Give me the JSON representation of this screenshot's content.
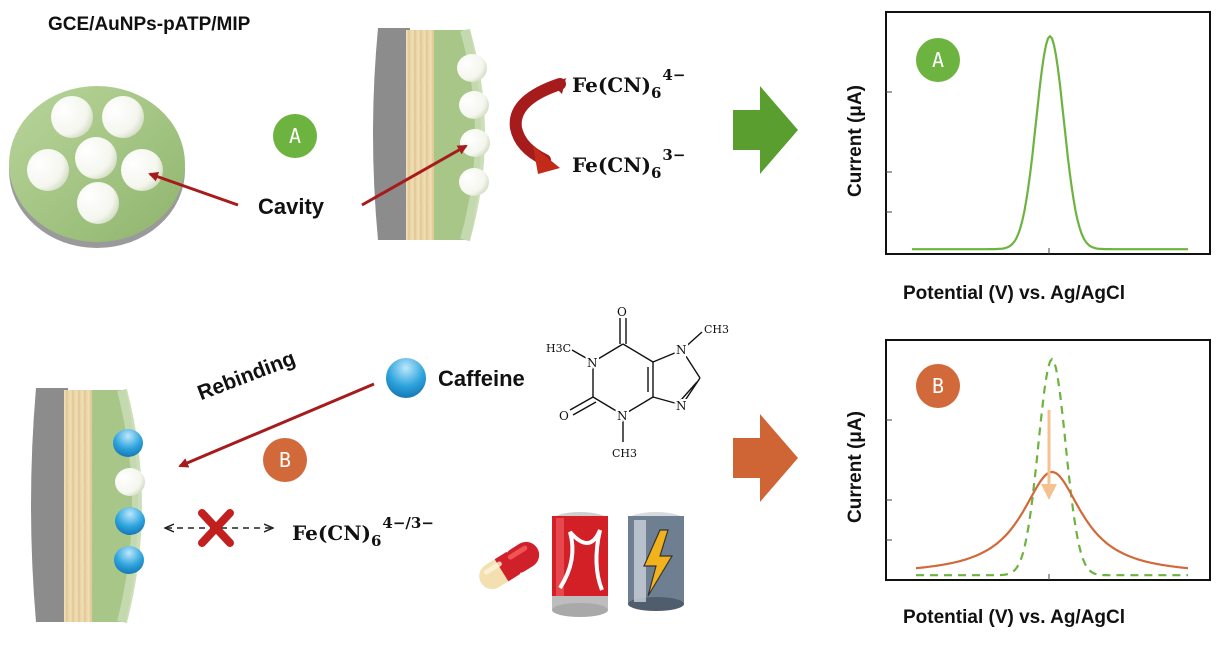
{
  "top": {
    "electrode_title": "GCE/AuNPs-pATP/MIP",
    "cavity_label": "Cavity",
    "badge": "A",
    "ferro_label": "Fe(CN)",
    "ferro_sub": "6",
    "ferro_charge": "4−",
    "ferri_label": "Fe(CN)",
    "ferri_sub": "6",
    "ferri_charge": "3−"
  },
  "bottom": {
    "rebinding_label": "Rebinding",
    "caffeine_label": "Caffeine",
    "badge": "B",
    "probe_label": "Fe(CN)",
    "probe_sub": "6",
    "probe_charge": "4−/3−"
  },
  "molecule": {
    "atoms": [
      "O",
      "O",
      "N",
      "N",
      "N",
      "N",
      "CH3",
      "H3C",
      "CH3"
    ]
  },
  "chart_data": [
    {
      "type": "line",
      "badge": "A",
      "xlabel": "Potential (V) vs. Ag/AgCl",
      "ylabel": "Current (μA)",
      "series": [
        {
          "style": "solid",
          "color": "#6cb33f",
          "peak_position": 0.5,
          "peak_height": 0.9,
          "width": 0.1,
          "baseline": 0.02
        }
      ]
    },
    {
      "type": "line",
      "badge": "B",
      "xlabel": "Potential (V) vs. Ag/AgCl",
      "ylabel": "Current (μA)",
      "series": [
        {
          "style": "dashed",
          "color": "#6cb33f",
          "peak_position": 0.5,
          "peak_height": 0.92,
          "width": 0.1,
          "baseline": 0.02
        },
        {
          "style": "solid",
          "color": "#d2693a",
          "peak_position": 0.5,
          "peak_height": 0.45,
          "width": 0.2,
          "baseline": 0.02
        }
      ]
    }
  ],
  "colors": {
    "green": "#6cb33f",
    "orange": "#d2693a",
    "dark_red": "#a61b1b",
    "cross_red": "#c21f1f",
    "film_green": "#a9c98b",
    "wood": "#e9d3a3",
    "grey": "#8c8c8c",
    "caffeine_blue": "#2aa0dc"
  },
  "icons": [
    "soda-can-icon",
    "energy-drink-can-icon",
    "pill-capsule-icon",
    "caffeine-sphere-icon",
    "cross-icon"
  ]
}
